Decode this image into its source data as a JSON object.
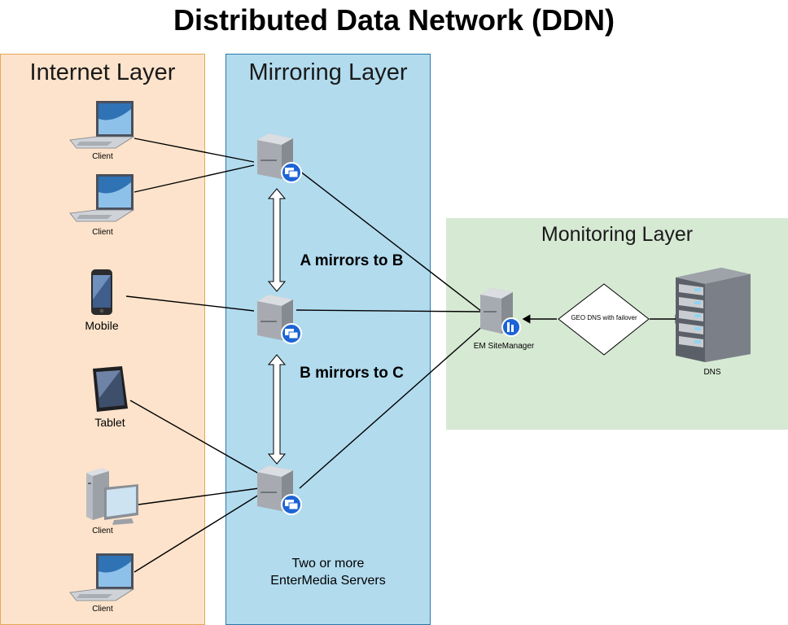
{
  "title": "Distributed Data Network (DDN)",
  "layers": {
    "internet": "Internet Layer",
    "mirroring": "Mirroring Layer",
    "monitoring": "Monitoring Layer"
  },
  "clients": {
    "client_1": "Client",
    "client_2": "Client",
    "mobile": "Mobile",
    "tablet": "Tablet",
    "client_3": "Client",
    "client_4": "Client"
  },
  "mirroring": {
    "a_to_b": "A mirrors to B",
    "b_to_c": "B mirrors to C",
    "servers_line1": "Two or more",
    "servers_line2": "EnterMedia Servers"
  },
  "monitoring": {
    "site_manager": "EM SiteManager",
    "geo_dns": "GEO DNS with failover",
    "dns": "DNS"
  },
  "colors": {
    "internet_bg": "#fde3cb",
    "internet_border": "#e3a957",
    "mirroring_bg": "#b2dbee",
    "mirroring_border": "#2d78a8",
    "monitoring_bg": "#d6e9d3",
    "server_badge": "#1c63d6"
  },
  "icons": [
    "laptop-icon",
    "mobile-phone-icon",
    "tablet-icon",
    "desktop-computer-icon",
    "server-icon",
    "server-rack-icon",
    "diamond-shape"
  ]
}
